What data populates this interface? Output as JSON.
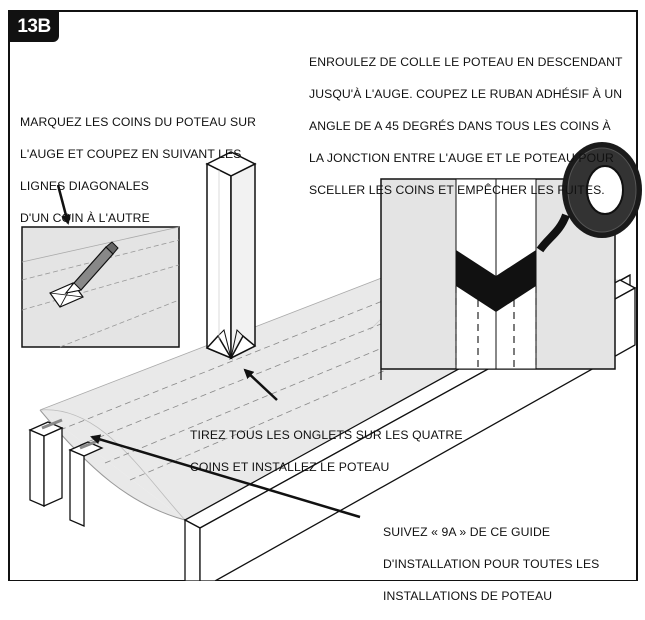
{
  "step": "13B",
  "callouts": {
    "tape": [
      "ENROULEZ DE COLLE LE POTEAU EN DESCENDANT",
      "JUSQU'À L'AUGE. COUPEZ LE RUBAN ADHÉSIF À UN",
      "ANGLE DE A 45 DEGRÉS DANS TOUS LES COINS À",
      "LA JONCTION ENTRE L'AUGE ET LE POTEAU POUR",
      "SCELLER LES COINS ET EMPÊCHER LES FUITES."
    ],
    "mark": [
      "MARQUEZ LES COINS DU POTEAU SUR",
      "L'AUGE ET COUPEZ EN SUIVANT LES",
      "LIGNES DIAGONALES",
      "D'UN COIN À L'AUTRE"
    ],
    "tabs": [
      "TIREZ TOUS LES ONGLETS SUR LES QUATRE",
      "COINS ET INSTALLEZ LE POTEAU"
    ],
    "guide": [
      "SUIVEZ « 9A » DE CE GUIDE",
      "D'INSTALLATION POUR TOUTES LES",
      "INSTALLATIONS DE POTEAU"
    ]
  }
}
